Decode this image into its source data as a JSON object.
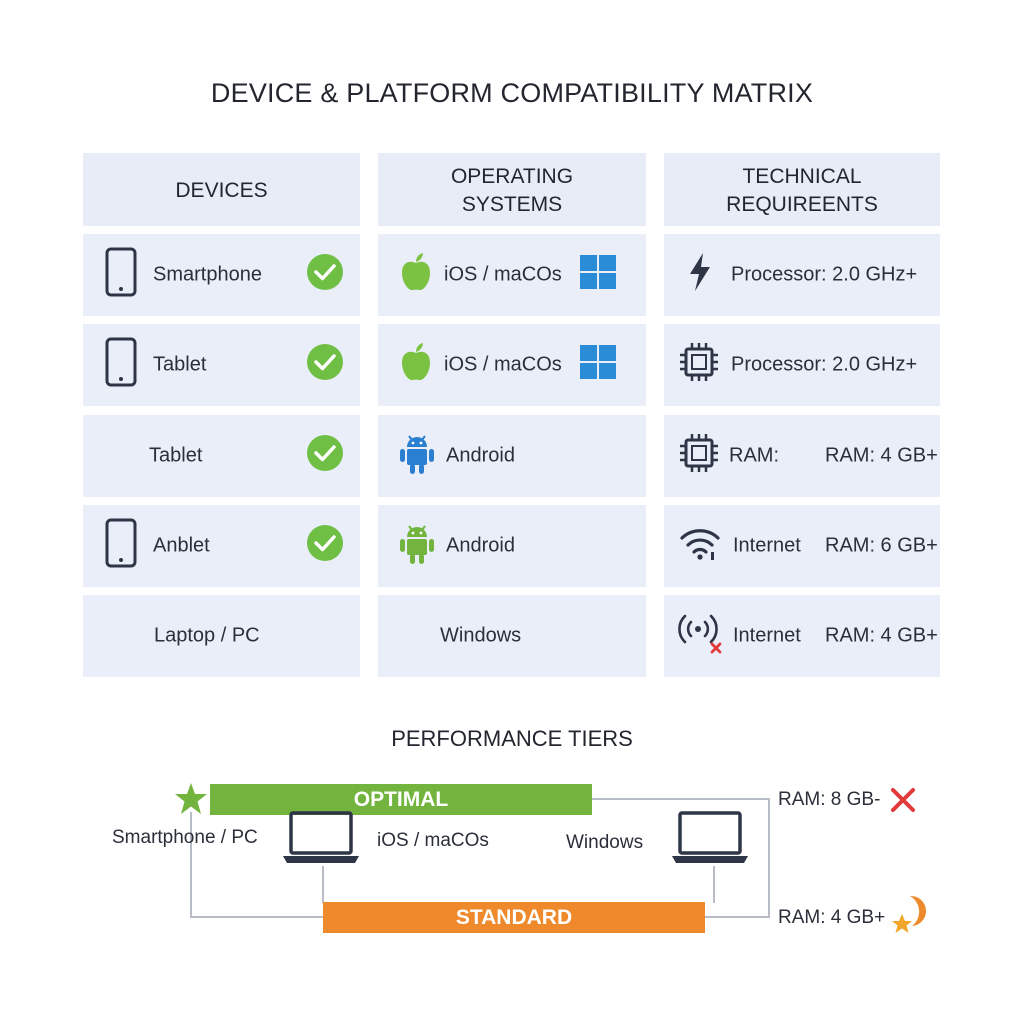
{
  "title": "DEVICE & PLATFORM COMPATIBILITY MATRIX",
  "columns": [
    {
      "header_lines": [
        "DEVICES"
      ]
    },
    {
      "header_lines": [
        "OPERATING",
        "SYSTEMS"
      ]
    },
    {
      "header_lines": [
        "TECHNICAL",
        "REQUIREENTS"
      ]
    }
  ],
  "devices": [
    {
      "label": "Smartphone",
      "icon": "smartphone-icon",
      "status": "check"
    },
    {
      "label": "Tablet",
      "icon": "smartphone-icon",
      "status": "check"
    },
    {
      "label": "Tablet",
      "icon": "",
      "status": "check"
    },
    {
      "label": "Anblet",
      "icon": "smartphone-icon",
      "status": "check"
    },
    {
      "label": "Laptop / PC",
      "icon": "",
      "status": ""
    }
  ],
  "os": [
    {
      "label": "iOS / maCOs",
      "icon": "apple-icon",
      "secondary_icon": "windows-icon"
    },
    {
      "label": "iOS / maCOs",
      "icon": "apple-icon",
      "secondary_icon": "windows-icon"
    },
    {
      "label": "Android",
      "icon": "android-icon-blue",
      "secondary_icon": ""
    },
    {
      "label": "Android",
      "icon": "android-icon-green",
      "secondary_icon": ""
    },
    {
      "label": "Windows",
      "icon": "",
      "secondary_icon": ""
    }
  ],
  "requirements": [
    {
      "label": "Processor: 2.0 GHz+",
      "value": "",
      "icon": "lightning-icon"
    },
    {
      "label": "Processor: 2.0 GHz+",
      "value": "",
      "icon": "chip-icon"
    },
    {
      "label": "RAM:",
      "value": "RAM: 4 GB+",
      "icon": "chip-icon"
    },
    {
      "label": "Internet",
      "value": "RAM: 6 GB+",
      "icon": "wifi-icon"
    },
    {
      "label": "Internet",
      "value": "RAM: 4 GB+",
      "icon": "signal-error-icon"
    }
  ],
  "performance": {
    "title": "PERFORMANCE TIERS",
    "optimal_label": "OPTIMAL",
    "standard_label": "STANDARD",
    "left_label": "Smartphone / PC",
    "middle_label": "iOS / maCOs",
    "right_label": "Windows",
    "ram_optimal": "RAM: 8 GB-",
    "ram_standard": "RAM: 4 GB+"
  },
  "colors": {
    "optimal": "#72b43e",
    "standard": "#ef8a2c",
    "check": "#6fbf45",
    "windows": "#2a8bd7",
    "cross": "#e03a3a",
    "cell_bg": "#e9eef8",
    "icon_dark": "#2e3547"
  }
}
